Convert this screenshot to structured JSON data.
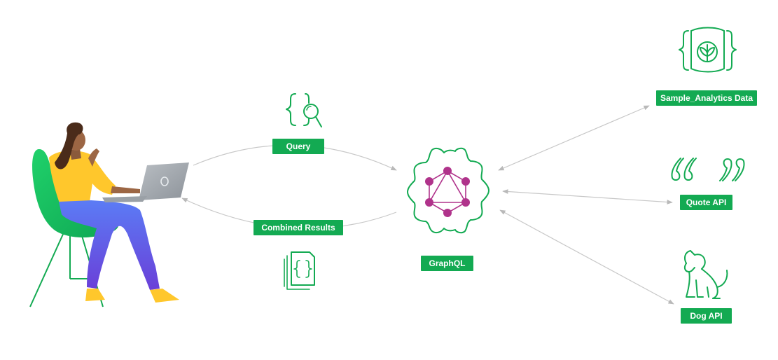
{
  "labels": {
    "query": "Query",
    "combined_results": "Combined Results",
    "graphql": "GraphQL",
    "sample_analytics": "Sample_Analytics Data",
    "quote_api": "Quote API",
    "dog_api": "Dog API"
  },
  "colors": {
    "accent_green": "#13aa52",
    "graphql_pink": "#b0338b",
    "connector_gray": "#c8c8c8"
  },
  "icons": {
    "query": "curly-braces-magnifier-icon",
    "results": "json-document-icon",
    "graphql": "graphql-logo-icon",
    "sample_analytics": "database-leaf-icon",
    "quote": "quotation-marks-icon",
    "dog": "dog-icon",
    "user": "person-with-laptop-illustration"
  }
}
